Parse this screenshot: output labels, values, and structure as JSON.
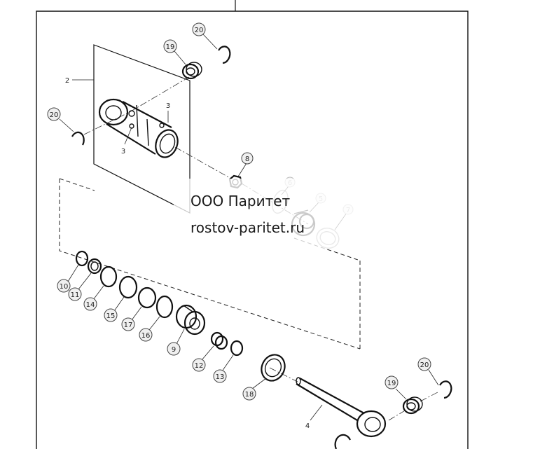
{
  "watermark": {
    "line1": "ООО Паритет",
    "line2": "rostov-paritet.ru"
  },
  "callouts": [
    {
      "id": "c20a",
      "label": "20"
    },
    {
      "id": "c19a",
      "label": "19"
    },
    {
      "id": "c2",
      "label": "2"
    },
    {
      "id": "c3a",
      "label": "3"
    },
    {
      "id": "c3b",
      "label": "3"
    },
    {
      "id": "c20b",
      "label": "20"
    },
    {
      "id": "c8",
      "label": "8"
    },
    {
      "id": "c6",
      "label": "6"
    },
    {
      "id": "c5",
      "label": "5"
    },
    {
      "id": "c7",
      "label": "7"
    },
    {
      "id": "c10",
      "label": "10"
    },
    {
      "id": "c11",
      "label": "11"
    },
    {
      "id": "c14",
      "label": "14"
    },
    {
      "id": "c15",
      "label": "15"
    },
    {
      "id": "c17",
      "label": "17"
    },
    {
      "id": "c16",
      "label": "16"
    },
    {
      "id": "c9",
      "label": "9"
    },
    {
      "id": "c12",
      "label": "12"
    },
    {
      "id": "c13",
      "label": "13"
    },
    {
      "id": "c18",
      "label": "18"
    },
    {
      "id": "c4",
      "label": "4"
    },
    {
      "id": "c19b",
      "label": "19"
    },
    {
      "id": "c20c",
      "label": "20"
    }
  ]
}
